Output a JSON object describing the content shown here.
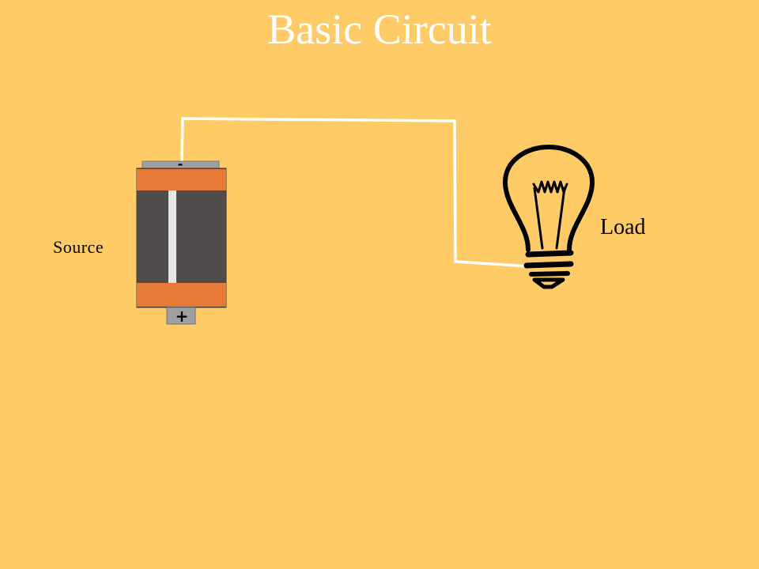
{
  "slide": {
    "title": "Basic Circuit",
    "background_color": "#FFCB66"
  },
  "diagram": {
    "source_label": "Source",
    "load_label": "Load",
    "battery": {
      "negative_symbol": "-",
      "positive_symbol": "+",
      "body_color": "#504C4C",
      "band_color": "#E47A36",
      "terminal_color": "#A0A0A0"
    },
    "wire_color": "#FFFFFF",
    "bulb_outline_color": "#000000"
  }
}
